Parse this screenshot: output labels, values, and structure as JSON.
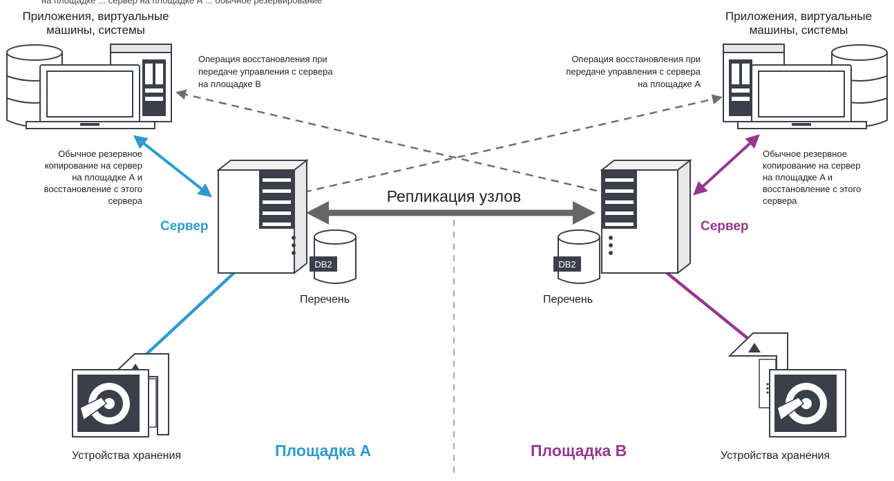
{
  "colors": {
    "site_a": "#2e9bd0",
    "site_b": "#96388f",
    "replication": "#666666",
    "dashed": "#6e6e6e",
    "device_fill": "#3a3f4a"
  },
  "top_caption": "на площадке ... сервер на площадке А ... обычное резервирование",
  "left": {
    "apps_label": "Приложения, виртуальные\nмашины, системы",
    "backup_label": "Обычное резервное\nкопирование на сервер\nна площадке А и\nвосстановление с этого\nсервера",
    "server_label": "Сервер",
    "catalog_label": "Перечень",
    "db2_label": "DB2",
    "storage_label": "Устройства хранения",
    "site_label": "Площадка A",
    "failover_label": "Операция восстановления при\nпередаче управления с сервера\nна площадке B"
  },
  "right": {
    "apps_label": "Приложения, виртуальные\nмашины, системы",
    "backup_label": "Обычное резервное\nкопирование на сервер\nна площадке A и\nвосстановление с этого\nсервера",
    "server_label": "Сервер",
    "catalog_label": "Перечень",
    "db2_label": "DB2",
    "storage_label": "Устройства хранения",
    "site_label": "Площадка B",
    "failover_label": "Операция восстановления при\nпередаче управления с сервера\nна площадке A"
  },
  "replication_label": "Репликация узлов",
  "icons": [
    "database-icon",
    "laptop-icon",
    "tower-server-icon",
    "storage-device-icon",
    "db2-cylinder-icon"
  ]
}
